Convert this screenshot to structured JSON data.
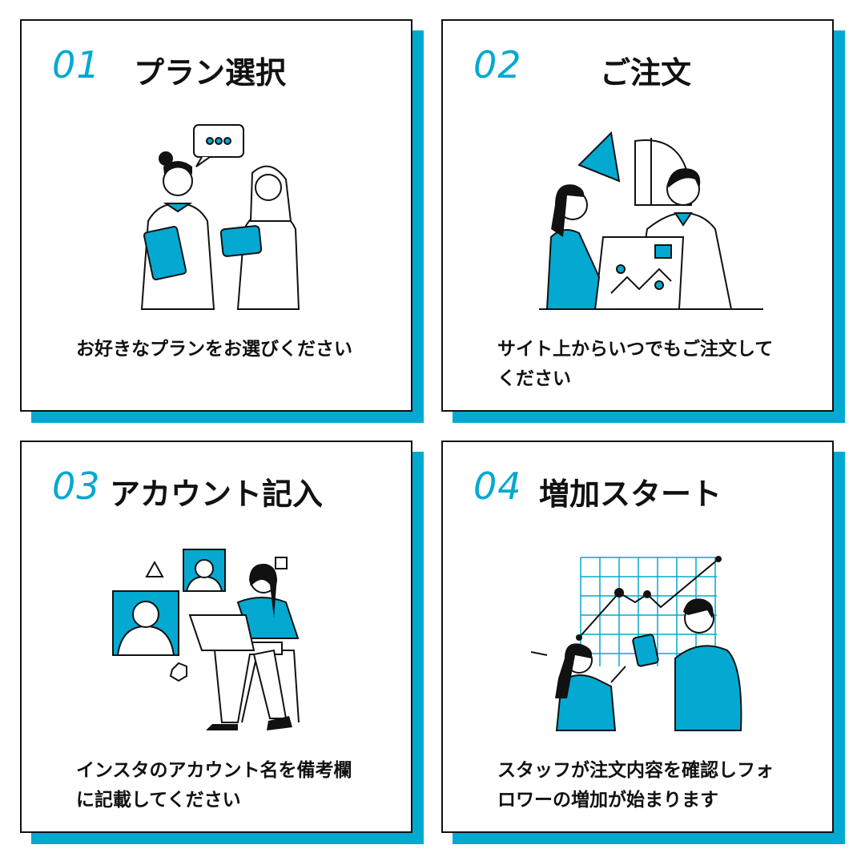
{
  "accent_color": "#03A9D0",
  "steps": [
    {
      "number": "01",
      "title": "プラン選択",
      "description": "お好きなプランをお選びください",
      "illustration": "two-women-chatting-with-tablets"
    },
    {
      "number": "02",
      "title": "ご注文",
      "description": "サイト上からいつでもご注文してください",
      "illustration": "man-and-woman-reviewing-chart"
    },
    {
      "number": "03",
      "title": "アカウント記入",
      "description": "インスタのアカウント名を備考欄に記載してください",
      "illustration": "woman-on-laptop-with-profiles"
    },
    {
      "number": "04",
      "title": "増加スタート",
      "description": "スタッフが注文内容を確認しフォロワーの増加が始まります",
      "illustration": "people-with-growth-chart"
    }
  ]
}
